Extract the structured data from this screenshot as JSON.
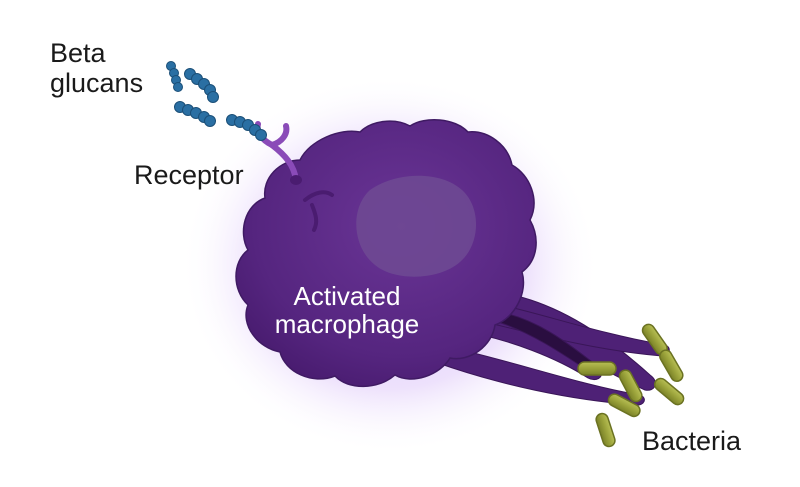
{
  "labels": {
    "beta_glucans_line1": "Beta",
    "beta_glucans_line2": "glucans",
    "receptor": "Receptor",
    "macrophage_line1": "Activated",
    "macrophage_line2": "macrophage",
    "bacteria": "Bacteria"
  },
  "colors": {
    "macrophage_body": "#5b2a86",
    "macrophage_dark": "#3f1a63",
    "nucleus": "#6e4a93",
    "glow": "#c9a6f5",
    "receptor": "#8a4bb8",
    "glucan_chain": "#2a6fa3",
    "glucan_dark": "#1b4f78",
    "bacteria_fill": "#9aa23a",
    "bacteria_edge": "#6b7222"
  },
  "icons": {
    "cell": "macrophage-icon",
    "nucleus": "nucleus-icon",
    "receptor": "receptor-icon",
    "glucan": "glucan-chain-icon",
    "bacterium": "bacterium-icon"
  }
}
